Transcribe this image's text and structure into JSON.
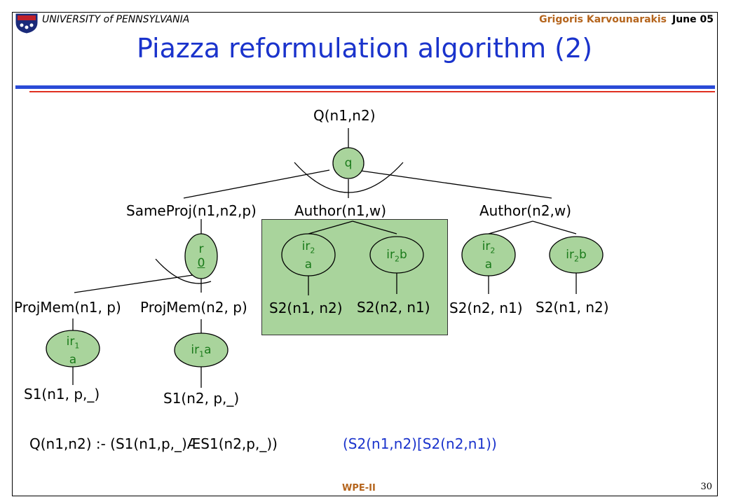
{
  "header": {
    "university": "UNIVERSITY of PENNSYLVANIA",
    "author": "Grigoris Karvounarakis",
    "date": "June 05"
  },
  "title": "Piazza reformulation algorithm (2)",
  "tree": {
    "root": "Q(n1,n2)",
    "root_rule": "q",
    "level1": [
      "SameProj(n1,n2,p)",
      "Author(n1,w)",
      "Author(n2,w)"
    ],
    "sameproj_rule": "r0",
    "author1_rules": [
      "ir2a",
      "ir2b"
    ],
    "author2_rules": [
      "ir2a",
      "ir2b"
    ],
    "level2_left": [
      "ProjMem(n1, p)",
      "ProjMem(n2, p)"
    ],
    "author1_sources": [
      "S2(n1, n2)",
      "S2(n2, n1)"
    ],
    "author2_sources": [
      "S2(n2, n1)",
      "S2(n1, n2)"
    ],
    "projmem_rules": [
      "ir1a",
      "ir1a"
    ],
    "level3_left": [
      "S1(n1, p,_)",
      "S1(n2, p,_)"
    ]
  },
  "formula": {
    "part1": "Q(n1,n2) :- (S1(n1,p,_)ÆS1(n2,p,_))",
    "part2": "(S2(n1,n2)[S2(n2,n1))"
  },
  "footer": "WPE-II",
  "page_number": "30",
  "colors": {
    "title": "#1a33cc",
    "node_text": "#1a7a1a",
    "highlight": "#a9d49c",
    "formula_blue": "#1a33cc",
    "header_accent": "#b5651d"
  }
}
